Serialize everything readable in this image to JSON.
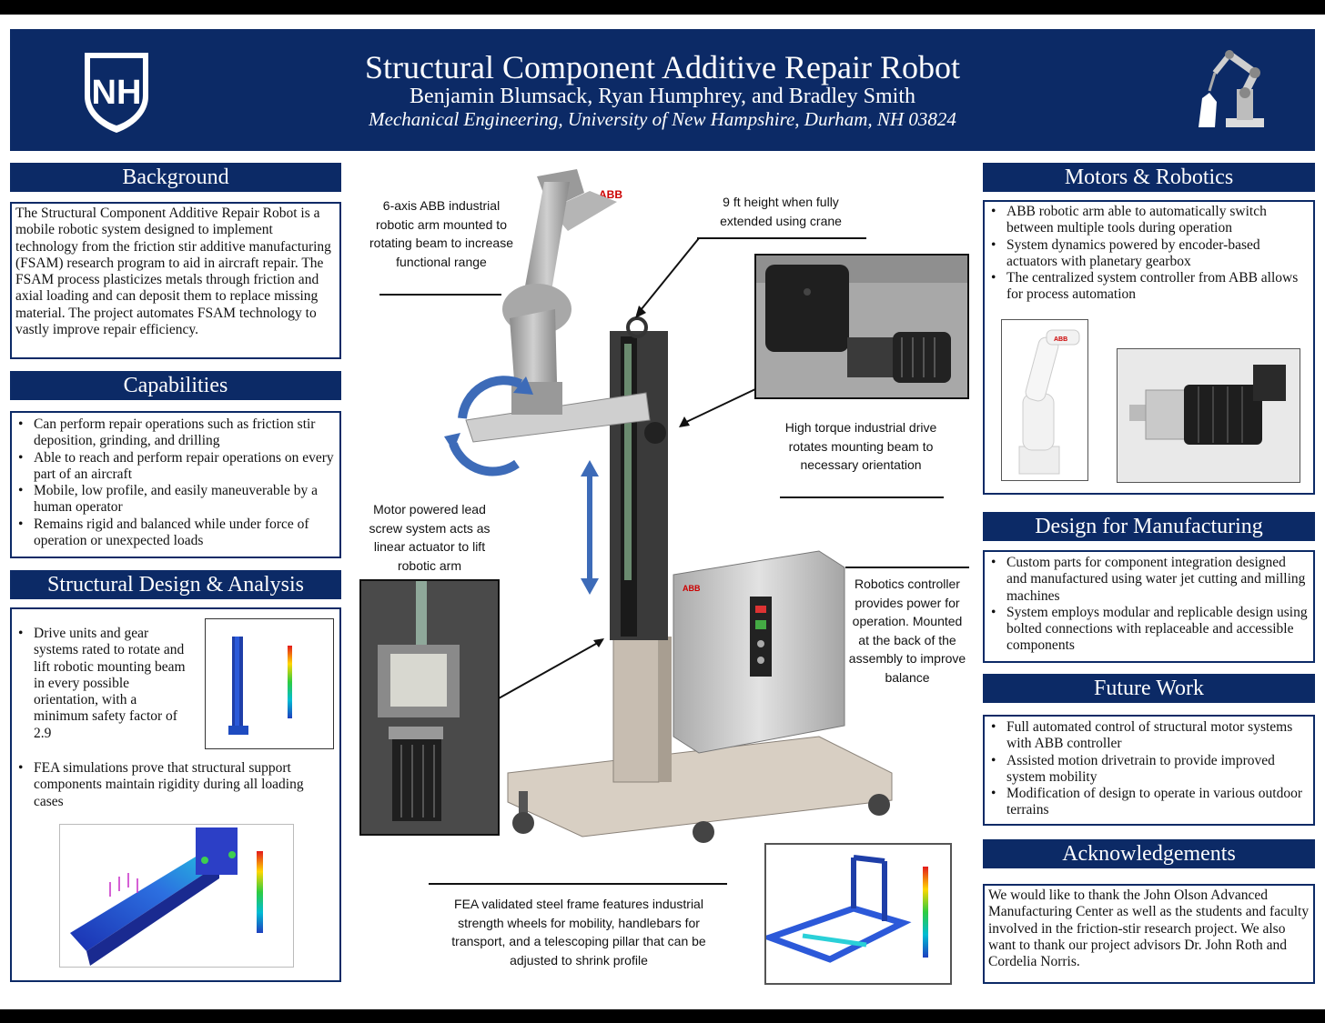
{
  "header": {
    "title": "Structural Component Additive Repair Robot",
    "authors": "Benjamin Blumsack, Ryan Humphrey, and Bradley Smith",
    "affiliation": "Mechanical Engineering, University of New Hampshire, Durham, NH 03824",
    "logo_text": "NH",
    "logo_icon": "unh-shield-logo",
    "robot_icon": "robot-arm-icon"
  },
  "colors": {
    "navy": "#0c2a66",
    "arm_blue": "#3d6bb8",
    "grey": "#b8b8b8"
  },
  "background": {
    "heading": "Background",
    "text": "The Structural Component Additive Repair Robot is a mobile robotic system designed to implement technology from the friction stir additive manufacturing (FSAM) research program to aid in aircraft repair. The FSAM process plasticizes metals through friction and axial loading and can deposit them to replace missing material. The project automates FSAM technology to vastly improve repair efficiency."
  },
  "capabilities": {
    "heading": "Capabilities",
    "items": [
      "Can perform repair operations such as friction stir deposition, grinding, and drilling",
      "Able to reach and perform repair operations on every part of an aircraft",
      "Mobile, low profile, and easily maneuverable by a human operator",
      "Remains rigid and balanced while under force of operation or unexpected loads"
    ]
  },
  "structural": {
    "heading": "Structural Design & Analysis",
    "item1": "Drive units and gear systems rated to rotate and lift robotic mounting beam in every possible orientation, with a minimum safety factor of 2.9",
    "item2": "FEA simulations prove that structural support components maintain rigidity during all loading cases"
  },
  "callouts": {
    "arm": "6-axis ABB industrial robotic arm mounted to rotating beam to increase functional range",
    "height": "9 ft height when fully extended using crane",
    "drive": "High torque industrial drive rotates mounting beam to necessary orientation",
    "leadscrew": "Motor powered lead screw system acts as linear actuator to lift robotic arm",
    "controller": "Robotics controller provides power for operation. Mounted at the back of the assembly to improve balance",
    "frame": "FEA validated steel frame features industrial strength wheels for mobility, handlebars for transport, and a telescoping pillar that can be adjusted to shrink profile"
  },
  "motors": {
    "heading": "Motors & Robotics",
    "items": [
      "ABB robotic arm able to automatically switch between multiple tools during operation",
      "System dynamics powered by encoder-based actuators with planetary gearbox",
      "The centralized system controller from ABB allows for process automation"
    ]
  },
  "dfm": {
    "heading": "Design for Manufacturing",
    "items": [
      "Custom parts for component integration designed and manufactured using water jet cutting and milling machines",
      "System employs modular and replicable design using bolted connections with replaceable and accessible components"
    ]
  },
  "future": {
    "heading": "Future Work",
    "items": [
      "Full automated control of structural motor systems with ABB controller",
      "Assisted motion drivetrain to provide improved system mobility",
      "Modification of design to operate in various outdoor terrains"
    ]
  },
  "ack": {
    "heading": "Acknowledgements",
    "text": "We would like to thank the John Olson Advanced Manufacturing Center as well as the students and faculty involved in the friction-stir research project. We also want to thank our project advisors Dr. John Roth and Cordelia Norris."
  },
  "brand": {
    "abb": "ABB"
  }
}
